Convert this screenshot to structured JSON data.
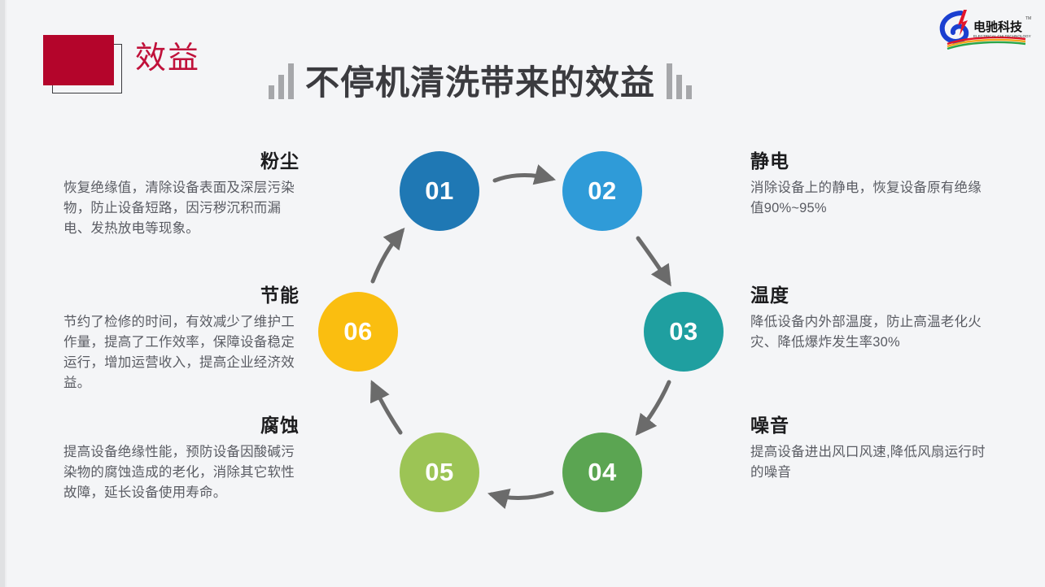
{
  "slide": {
    "section_label": "效益",
    "title": "不停机清洗带来的效益",
    "logo": {
      "brand_cn": "电驰科技",
      "brand_en": "ELECTRICAL CHI TECHNOLOGY",
      "tm": "TM"
    },
    "colors": {
      "background": "#f4f5f7",
      "accent_red": "#b4052b",
      "section_label": "#c0113a",
      "title": "#3b3b3f",
      "arrow": "#6b6b6b",
      "body_text": "#5a5c63",
      "heading_text": "#1c1c1e"
    }
  },
  "cycle": {
    "nodes": [
      {
        "number": "01",
        "color": "#1f78b4"
      },
      {
        "number": "02",
        "color": "#2f9bd8"
      },
      {
        "number": "03",
        "color": "#1f9fa0"
      },
      {
        "number": "04",
        "color": "#5ba552"
      },
      {
        "number": "05",
        "color": "#9cc455"
      },
      {
        "number": "06",
        "color": "#fabe10"
      }
    ]
  },
  "blocks": {
    "dust": {
      "title": "粉尘",
      "body": "恢复绝缘值，清除设备表面及深层污染物，防止设备短路，因污秽沉积而漏电、发热放电等现象。"
    },
    "energy": {
      "title": "节能",
      "body": "节约了检修的时间，有效减少了维护工作量，提高了工作效率，保障设备稳定运行，增加运营收入，提高企业经济效益。"
    },
    "corrosion": {
      "title": "腐蚀",
      "body": "提高设备绝缘性能，预防设备因酸碱污染物的腐蚀造成的老化，消除其它软性故障，延长设备使用寿命。"
    },
    "static": {
      "title": "静电",
      "body": "消除设备上的静电，恢复设备原有绝缘值90%~95%"
    },
    "temperature": {
      "title": "温度",
      "body": "降低设备内外部温度，防止高温老化火灾、降低爆炸发生率30%"
    },
    "noise": {
      "title": "噪音",
      "body": "提高设备进出风口风速,降低风扇运行时的噪音"
    }
  }
}
